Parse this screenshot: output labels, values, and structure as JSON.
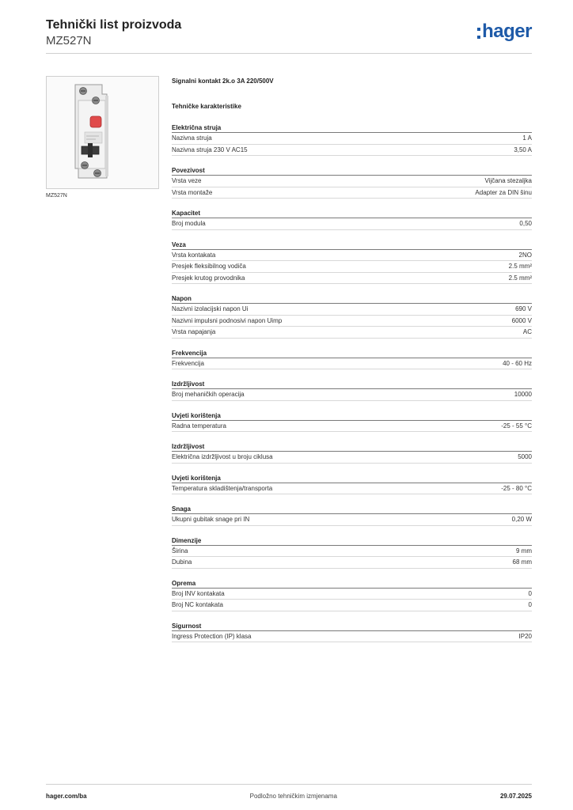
{
  "header": {
    "title": "Tehnički list proizvoda",
    "subtitle": "MZ527N",
    "logo_text": "hager"
  },
  "image": {
    "caption": "MZ527N"
  },
  "product": {
    "name": "Signalni kontakt 2k.o 3A 220/500V",
    "specs_heading": "Tehničke karakteristike"
  },
  "groups": [
    {
      "title": "Električna struja",
      "rows": [
        {
          "label": "Nazivna struja",
          "value": "1 A"
        },
        {
          "label": "Nazivna struja 230 V AC15",
          "value": "3,50 A"
        }
      ]
    },
    {
      "title": "Povezivost",
      "rows": [
        {
          "label": "Vrsta veze",
          "value": "Vijčana stezaljka"
        },
        {
          "label": "Vrsta montaže",
          "value": "Adapter za DIN šinu"
        }
      ]
    },
    {
      "title": "Kapacitet",
      "rows": [
        {
          "label": "Broj modula",
          "value": "0,50"
        }
      ]
    },
    {
      "title": "Veza",
      "rows": [
        {
          "label": "Vrsta kontakata",
          "value": "2NO"
        },
        {
          "label": "Presjek fleksibilnog vodiča",
          "value": "2.5 mm²"
        },
        {
          "label": "Presjek krutog provodnika",
          "value": "2.5 mm²"
        }
      ]
    },
    {
      "title": "Napon",
      "rows": [
        {
          "label": "Nazivni izolacijski napon Ui",
          "value": "690 V"
        },
        {
          "label": "Nazivni impulsni podnosivi napon Uimp",
          "value": "6000 V"
        },
        {
          "label": "Vrsta napajanja",
          "value": "AC"
        }
      ]
    },
    {
      "title": "Frekvencija",
      "rows": [
        {
          "label": "Frekvencija",
          "value": "40 - 60 Hz"
        }
      ]
    },
    {
      "title": "Izdržljivost",
      "rows": [
        {
          "label": "Broj mehaničkih operacija",
          "value": "10000"
        }
      ]
    },
    {
      "title": "Uvjeti korištenja",
      "rows": [
        {
          "label": "Radna temperatura",
          "value": "-25 - 55 °C"
        }
      ]
    },
    {
      "title": "Izdržljivost",
      "rows": [
        {
          "label": "Električna izdržljivost u broju ciklusa",
          "value": "5000"
        }
      ]
    },
    {
      "title": "Uvjeti korištenja",
      "rows": [
        {
          "label": "Temperatura skladištenja/transporta",
          "value": "-25 - 80 °C"
        }
      ]
    },
    {
      "title": "Snaga",
      "rows": [
        {
          "label": "Ukupni gubitak snage pri IN",
          "value": "0,20 W"
        }
      ]
    },
    {
      "title": "Dimenzije",
      "rows": [
        {
          "label": "Širina",
          "value": "9 mm"
        },
        {
          "label": "Dubina",
          "value": "68 mm"
        }
      ]
    },
    {
      "title": "Oprema",
      "rows": [
        {
          "label": "Broj INV kontakata",
          "value": "0"
        },
        {
          "label": "Broj NC kontakata",
          "value": "0"
        }
      ]
    },
    {
      "title": "Sigurnost",
      "rows": [
        {
          "label": "Ingress Protection (IP) klasa",
          "value": "IP20"
        }
      ]
    }
  ],
  "footer": {
    "website": "hager.com/ba",
    "notice": "Podložno tehničkim izmjenama",
    "date": "29.07.2025"
  },
  "colors": {
    "brand": "#1e5aa8",
    "module_light": "#e04a4a"
  }
}
